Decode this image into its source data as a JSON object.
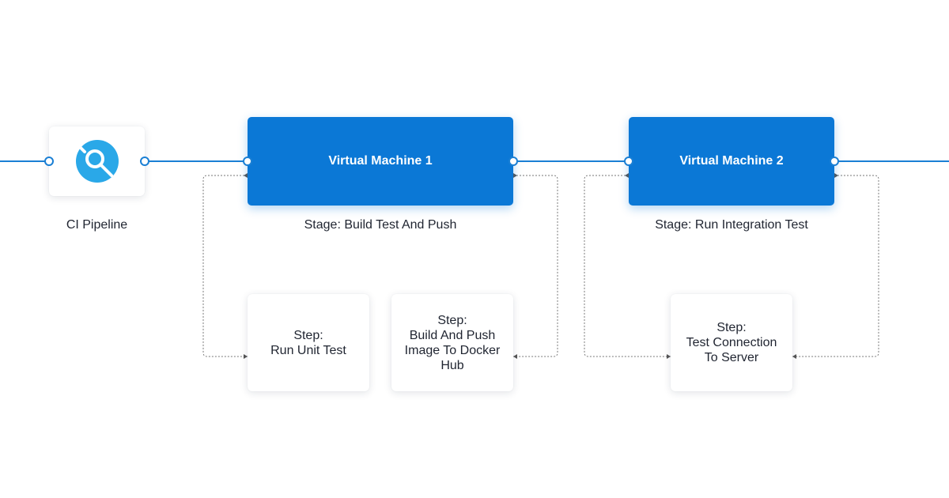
{
  "ci": {
    "label": "CI Pipeline",
    "icon": "ci-pipeline-icon"
  },
  "vm1": {
    "title": "Virtual Machine 1",
    "stage": "Stage: Build Test And Push",
    "steps": [
      {
        "lines": [
          "Step:",
          "Run Unit Test"
        ]
      },
      {
        "lines": [
          "Step:",
          "Build And Push",
          "Image To Docker",
          "Hub"
        ]
      }
    ]
  },
  "vm2": {
    "title": "Virtual Machine 2",
    "stage": "Stage: Run Integration Test",
    "steps": [
      {
        "lines": [
          "Step:",
          "Test Connection",
          "To Server"
        ]
      }
    ]
  },
  "colors": {
    "primary": "#0b78d6",
    "connector": "#1a7fd4",
    "dotted": "#777777",
    "icon": "#2aa8e8"
  }
}
